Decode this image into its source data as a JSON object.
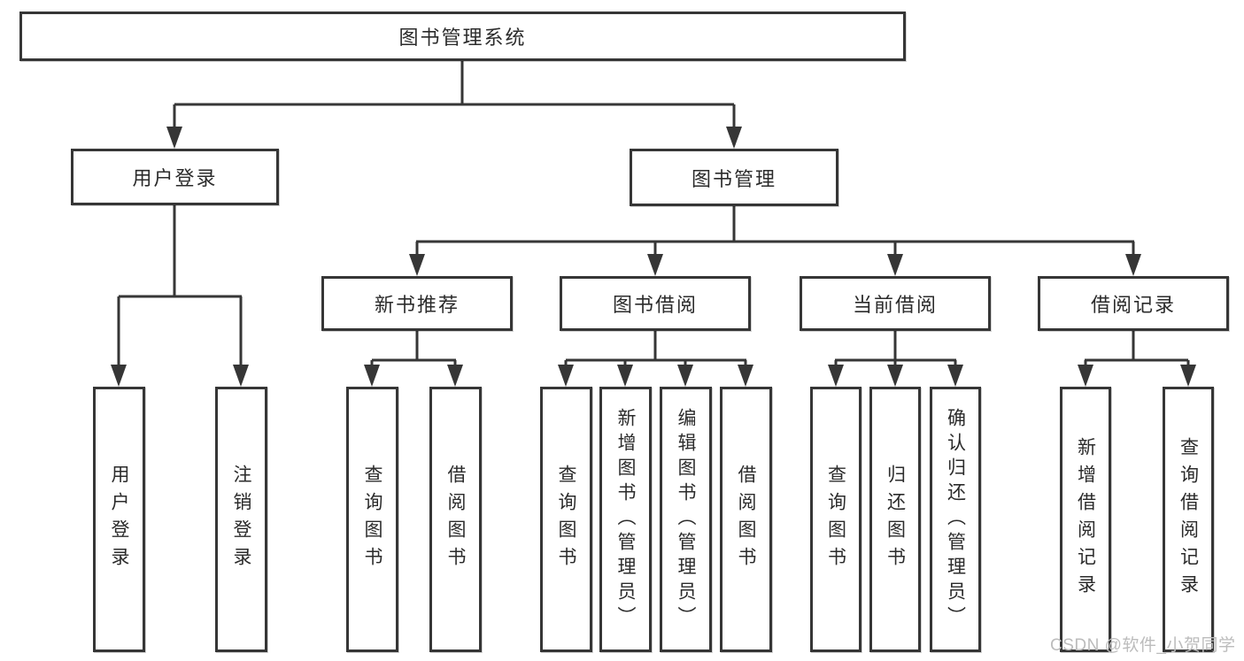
{
  "diagram": {
    "title": "图书管理系统",
    "root": "图书管理系统",
    "l2": [
      "用户登录",
      "图书管理"
    ],
    "l3": [
      "新书推荐",
      "图书借阅",
      "当前借阅",
      "借阅记录"
    ],
    "leaves": {
      "user": [
        "用户登录",
        "注销登录"
      ],
      "recommend": [
        "查询图书",
        "借阅图书"
      ],
      "borrow": [
        "查询图书",
        "新增图书（管理员）",
        "编辑图书（管理员）",
        "借阅图书"
      ],
      "current": [
        "查询图书",
        "归还图书",
        "确认归还（管理员）"
      ],
      "records": [
        "新增借阅记录",
        "查询借阅记录"
      ]
    }
  },
  "watermark": "CSDN @软件_小贺同学",
  "colors": {
    "line": "#363636",
    "text": "#2b2b2b",
    "watermark": "#bcbcbc",
    "background": "#ffffff"
  }
}
